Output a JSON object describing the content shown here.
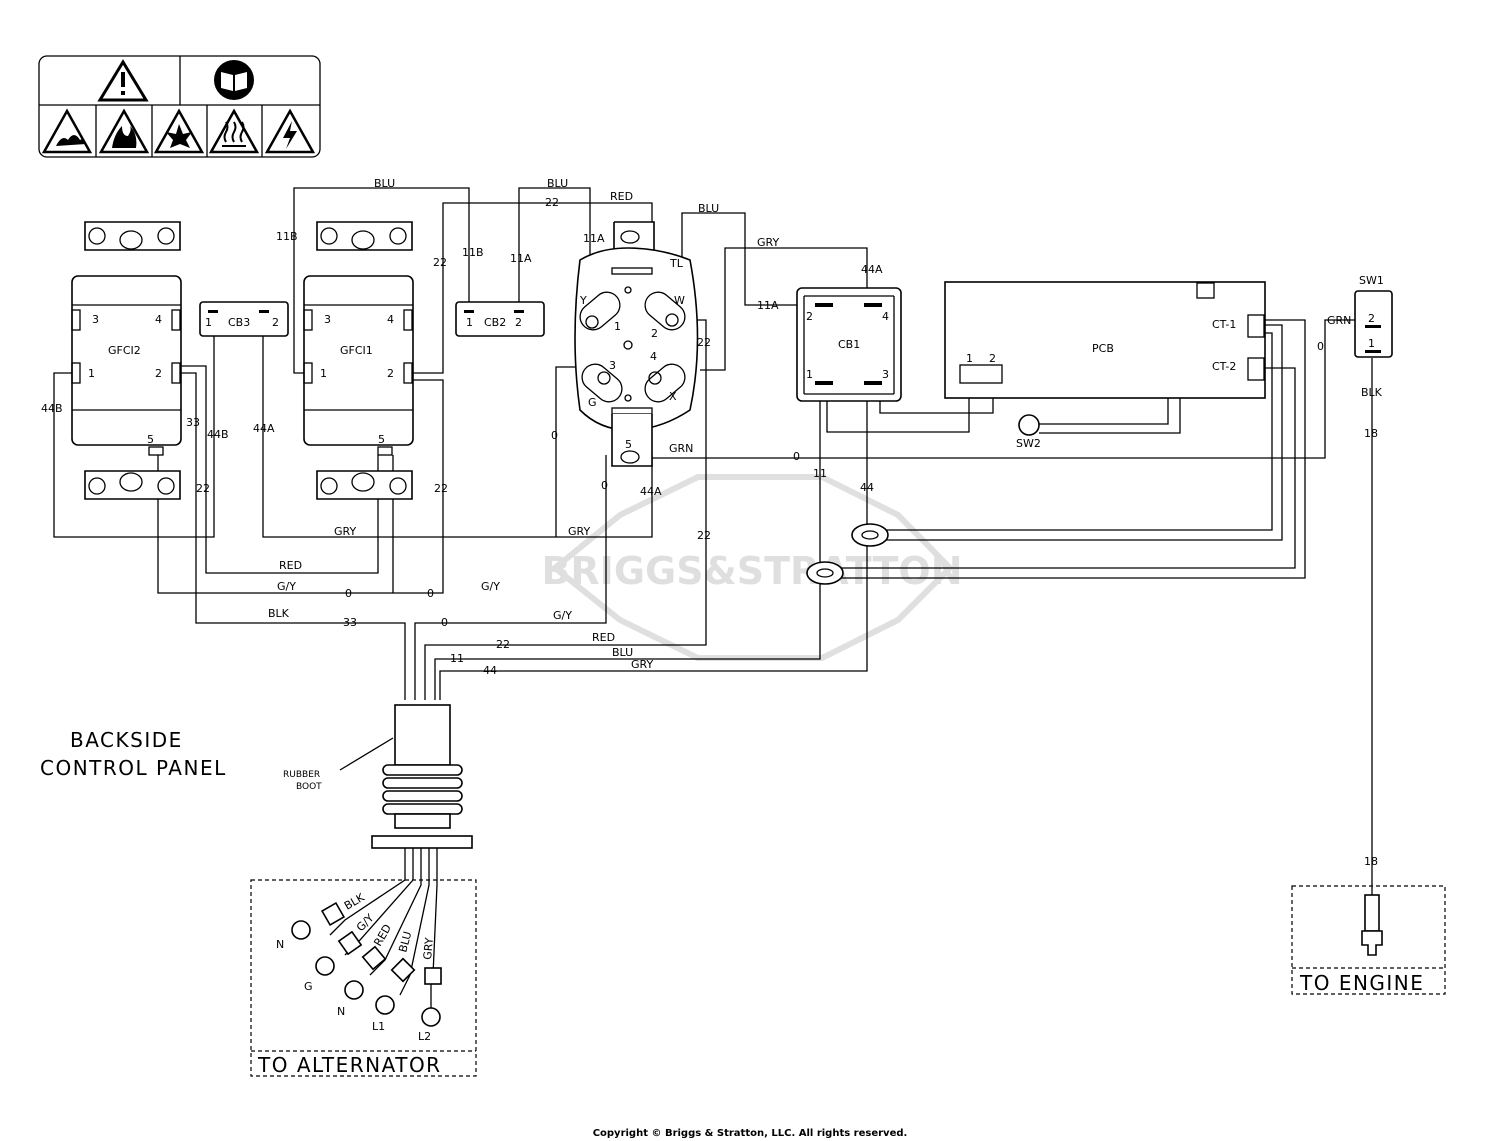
{
  "labels": {
    "gfci2": "GFCI2",
    "gfci1": "GFCI1",
    "cb3": "CB3",
    "cb2": "CB2",
    "cb1": "CB1",
    "tl": "TL",
    "pcb": "PCB",
    "ct1": "CT-1",
    "ct2": "CT-2",
    "sw1": "SW1",
    "sw2": "SW2",
    "backside_line1": "BACKSIDE",
    "backside_line2": "CONTROL PANEL",
    "rubber_boot_line1": "RUBBER",
    "rubber_boot_line2": "BOOT",
    "to_alternator": "TO ALTERNATOR",
    "to_engine": "TO ENGINE",
    "watermark": "BRIGGS&STRATTON",
    "copyright": "Copyright © Briggs & Stratton, LLC. All rights reserved."
  },
  "wires": {
    "blu": "BLU",
    "red": "RED",
    "gry": "GRY",
    "grn": "GRN",
    "blk": "BLK",
    "gy": "G/Y",
    "n22": "22",
    "n11b": "11B",
    "n11a": "11A",
    "n44a": "44A",
    "n44b": "44B",
    "n33": "33",
    "n0": "0",
    "n11": "11",
    "n44": "44",
    "n18": "18"
  },
  "terminals": {
    "t1": "1",
    "t2": "2",
    "t3": "3",
    "t4": "4",
    "t5": "5",
    "x": "X",
    "y": "Y",
    "g": "G",
    "w": "W"
  },
  "alternator_leads": {
    "wire_colors": [
      "BLK",
      "G/Y",
      "RED",
      "BLU",
      "GRY"
    ],
    "terminals": [
      "N",
      "G",
      "N",
      "L1",
      "L2"
    ]
  },
  "warning_icons": [
    "alert-icon",
    "manual-icon",
    "toxic-gas-icon",
    "fire-icon",
    "explosion-icon",
    "hot-surface-icon",
    "shock-icon"
  ]
}
